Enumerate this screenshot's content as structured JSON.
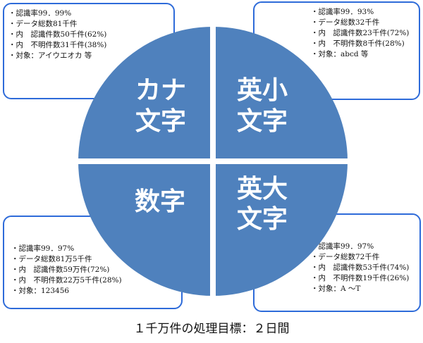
{
  "colors": {
    "pie_fill": "#4f81bd",
    "box_border": "#2e6bd9"
  },
  "quadrants": {
    "kana": {
      "line1": "カナ",
      "line2": "文字"
    },
    "lower": {
      "line1": "英小",
      "line2": "文字"
    },
    "num": {
      "line1": "数字"
    },
    "upper": {
      "line1": "英大",
      "line2": "文字"
    }
  },
  "boxes": {
    "kana": [
      "認識率99．99%",
      "データ総数81千件",
      "内　認識件数50千件(62%)",
      "内　不明件数31千件(38%)",
      "対象：アイウエオカ 等"
    ],
    "lower": [
      "認識率99．93%",
      "データ総数32千件",
      "内　認識件数23千件(72%)",
      "内　不明件数8千件(28%)",
      "対象：abcd 等"
    ],
    "num": [
      "認識率99．97%",
      "データ総数81万5千件",
      "内　認識件数59万件(72%)",
      "内　不明件数22万5千件(28%)",
      "対象：123456"
    ],
    "upper": [
      "認識率99．97%",
      "データ総数72千件",
      "内　認識件数53千件(74%)",
      "内　不明件数19千件(26%)",
      "対象：A ～T"
    ]
  },
  "footer": "１千万件の処理目標：２日間"
}
